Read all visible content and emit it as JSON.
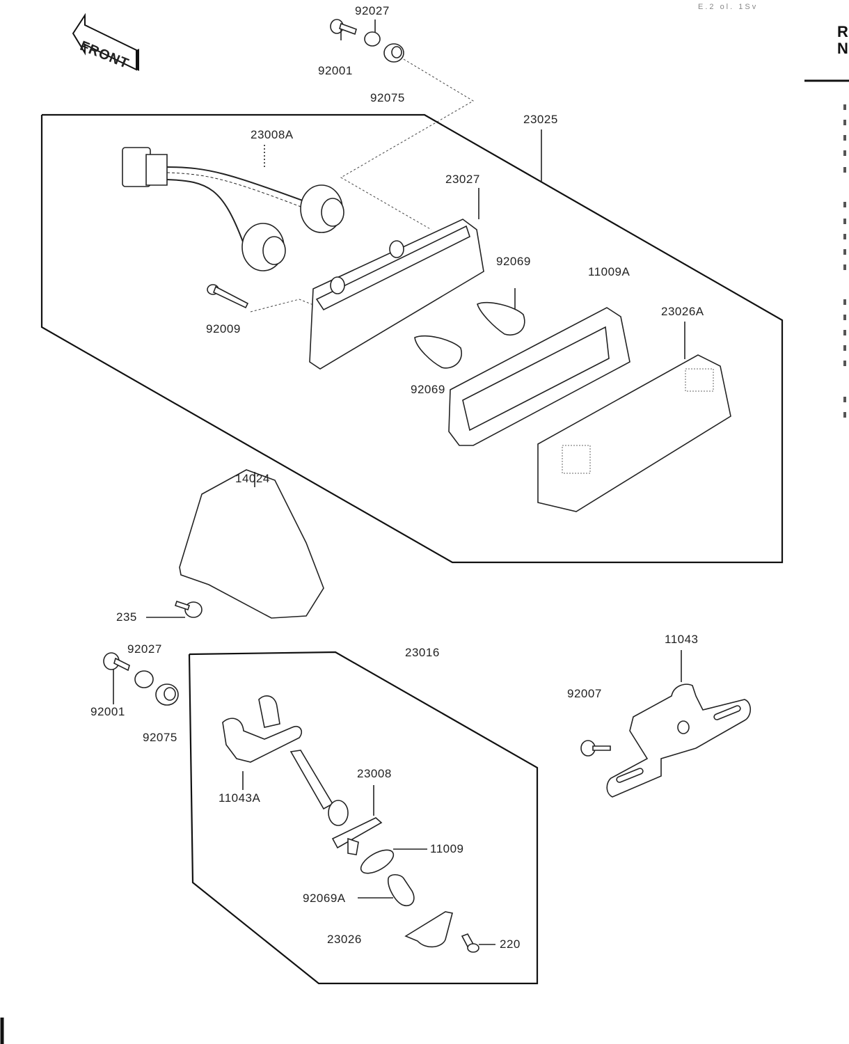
{
  "header": {
    "page_ref_faint": "E.2  ol.  1Sv",
    "right_heading_line1": "R",
    "right_heading_line2": "N"
  },
  "front_indicator": {
    "icon": "front-arrow-icon",
    "text": "FRONT"
  },
  "parts": {
    "top_bolt": "92001",
    "top_collar": "92027",
    "top_grommet": "92075",
    "tail_lamp_assy": "23025",
    "socket_harness": "23008A",
    "lamp_housing": "23027",
    "bulb_upper": "92069",
    "gasket": "11009A",
    "lens": "23026A",
    "screw_housing": "92009",
    "bulb_lower": "92069",
    "cover": "14024",
    "cover_screw": "235",
    "lower_collar": "92027",
    "lower_bolt": "92001",
    "lower_grommet": "92075",
    "license_lamp_assy": "23016",
    "license_bracket_small": "11043A",
    "license_socket": "23008",
    "license_gasket": "11009",
    "license_bulb": "92069A",
    "license_lens": "23026",
    "license_screw": "220",
    "license_bracket": "11043",
    "bracket_bolt": "92007"
  },
  "side_list_tick_count": 17
}
